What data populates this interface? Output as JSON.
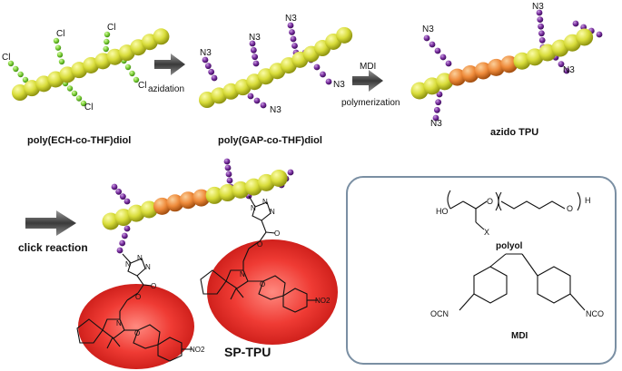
{
  "captions": {
    "precursor": "poly(ECH-co-THF)diol",
    "gap": "poly(GAP-co-THF)diol",
    "azido_tpu": "azido TPU",
    "product": "SP-TPU"
  },
  "arrows": {
    "azidation": "azidation",
    "mdi_top": "MDI",
    "mdi_bottom": "polymerization",
    "click": "click reaction"
  },
  "substituents": {
    "chloro": "Cl",
    "azide": "N3",
    "nitro": "NO2"
  },
  "legend": {
    "polyol_label": "polyol",
    "mdi_label": "MDI",
    "ho": "HO",
    "h": "H",
    "o": "O",
    "x": "X",
    "ocn": "OCN",
    "nco": "NCO"
  },
  "triazole": {
    "n1": "N",
    "n2": "N",
    "n3": "N"
  },
  "spiro": {
    "n": "N",
    "o": "O"
  },
  "colors": {
    "polyol_bead": "#d8dc3a",
    "mdi_bead": "#ee8a3a",
    "chloro_bead": "#7fd23a",
    "azide_bead": "#7a2fa0",
    "sp_blob": "#e0302c",
    "legend_border": "#7a8fa3"
  }
}
